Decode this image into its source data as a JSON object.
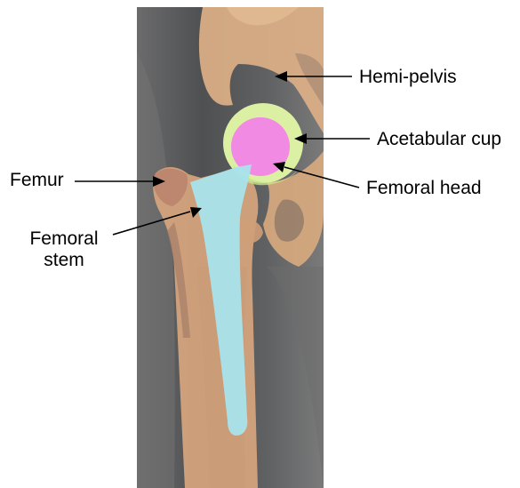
{
  "labels": {
    "hemi_pelvis": "Hemi-pelvis",
    "acetabular_cup": "Acetabular cup",
    "femoral_head": "Femoral head",
    "femur": "Femur",
    "femoral_stem_line1": "Femoral",
    "femoral_stem_line2": "stem"
  },
  "colors": {
    "xray_background": "#5f5f60",
    "bone": "#e0b489",
    "acetabular_cup": "#dcf0a4",
    "femoral_head": "#f18ae3",
    "femoral_stem": "#a8e3ec",
    "femur_cortex_dark": "#b4856e"
  }
}
